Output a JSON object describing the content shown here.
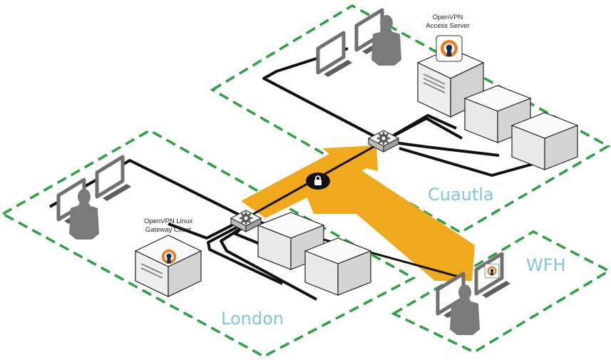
{
  "labels": {
    "access_server_line1": "OpenVPN",
    "access_server_line2": "Access Server",
    "gateway_line1": "OpenVPN Linux",
    "gateway_line2": "Gateway Client"
  },
  "zones": {
    "cuautla": "Cuautla",
    "wfh": "WFH",
    "london": "London"
  },
  "colors": {
    "zone_border": "#2ea043",
    "zone_label": "#7fc4e6",
    "tunnel": "#f0a81c",
    "cable": "#111111",
    "device_gray": "#6e6e6e",
    "openvpn_orange": "#ea7e20"
  },
  "icons": [
    "openvpn-logo-icon",
    "lock-icon",
    "gear-icon",
    "person-icon",
    "monitor-icon",
    "server-icon"
  ]
}
